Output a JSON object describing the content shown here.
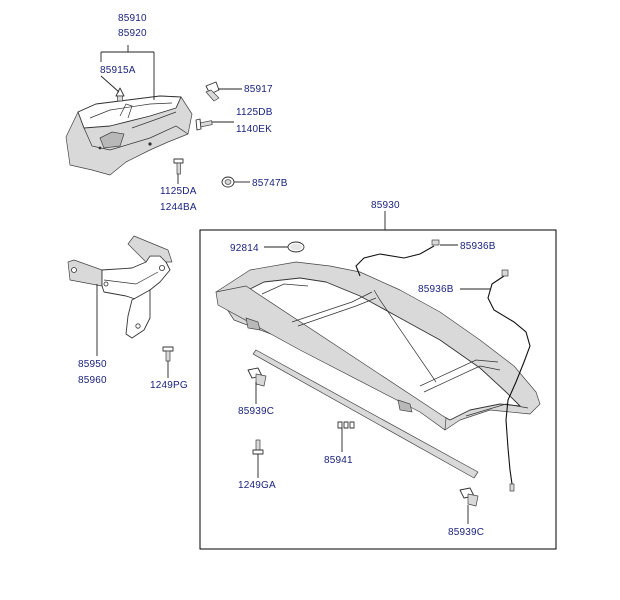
{
  "labels": {
    "p85910": "85910",
    "p85920": "85920",
    "p85915A": "85915A",
    "p85917": "85917",
    "p1125DB": "1125DB",
    "p1140EK": "1140EK",
    "p1125DA": "1125DA",
    "p1244BA": "1244BA",
    "p85747B": "85747B",
    "p85930": "85930",
    "p92814": "92814",
    "p85936B_top": "85936B",
    "p85936B_right": "85936B",
    "p85950": "85950",
    "p85960": "85960",
    "p1249PG": "1249PG",
    "p85939C_left": "85939C",
    "p85941": "85941",
    "p1249GA": "1249GA",
    "p85939C_bottom": "85939C"
  }
}
